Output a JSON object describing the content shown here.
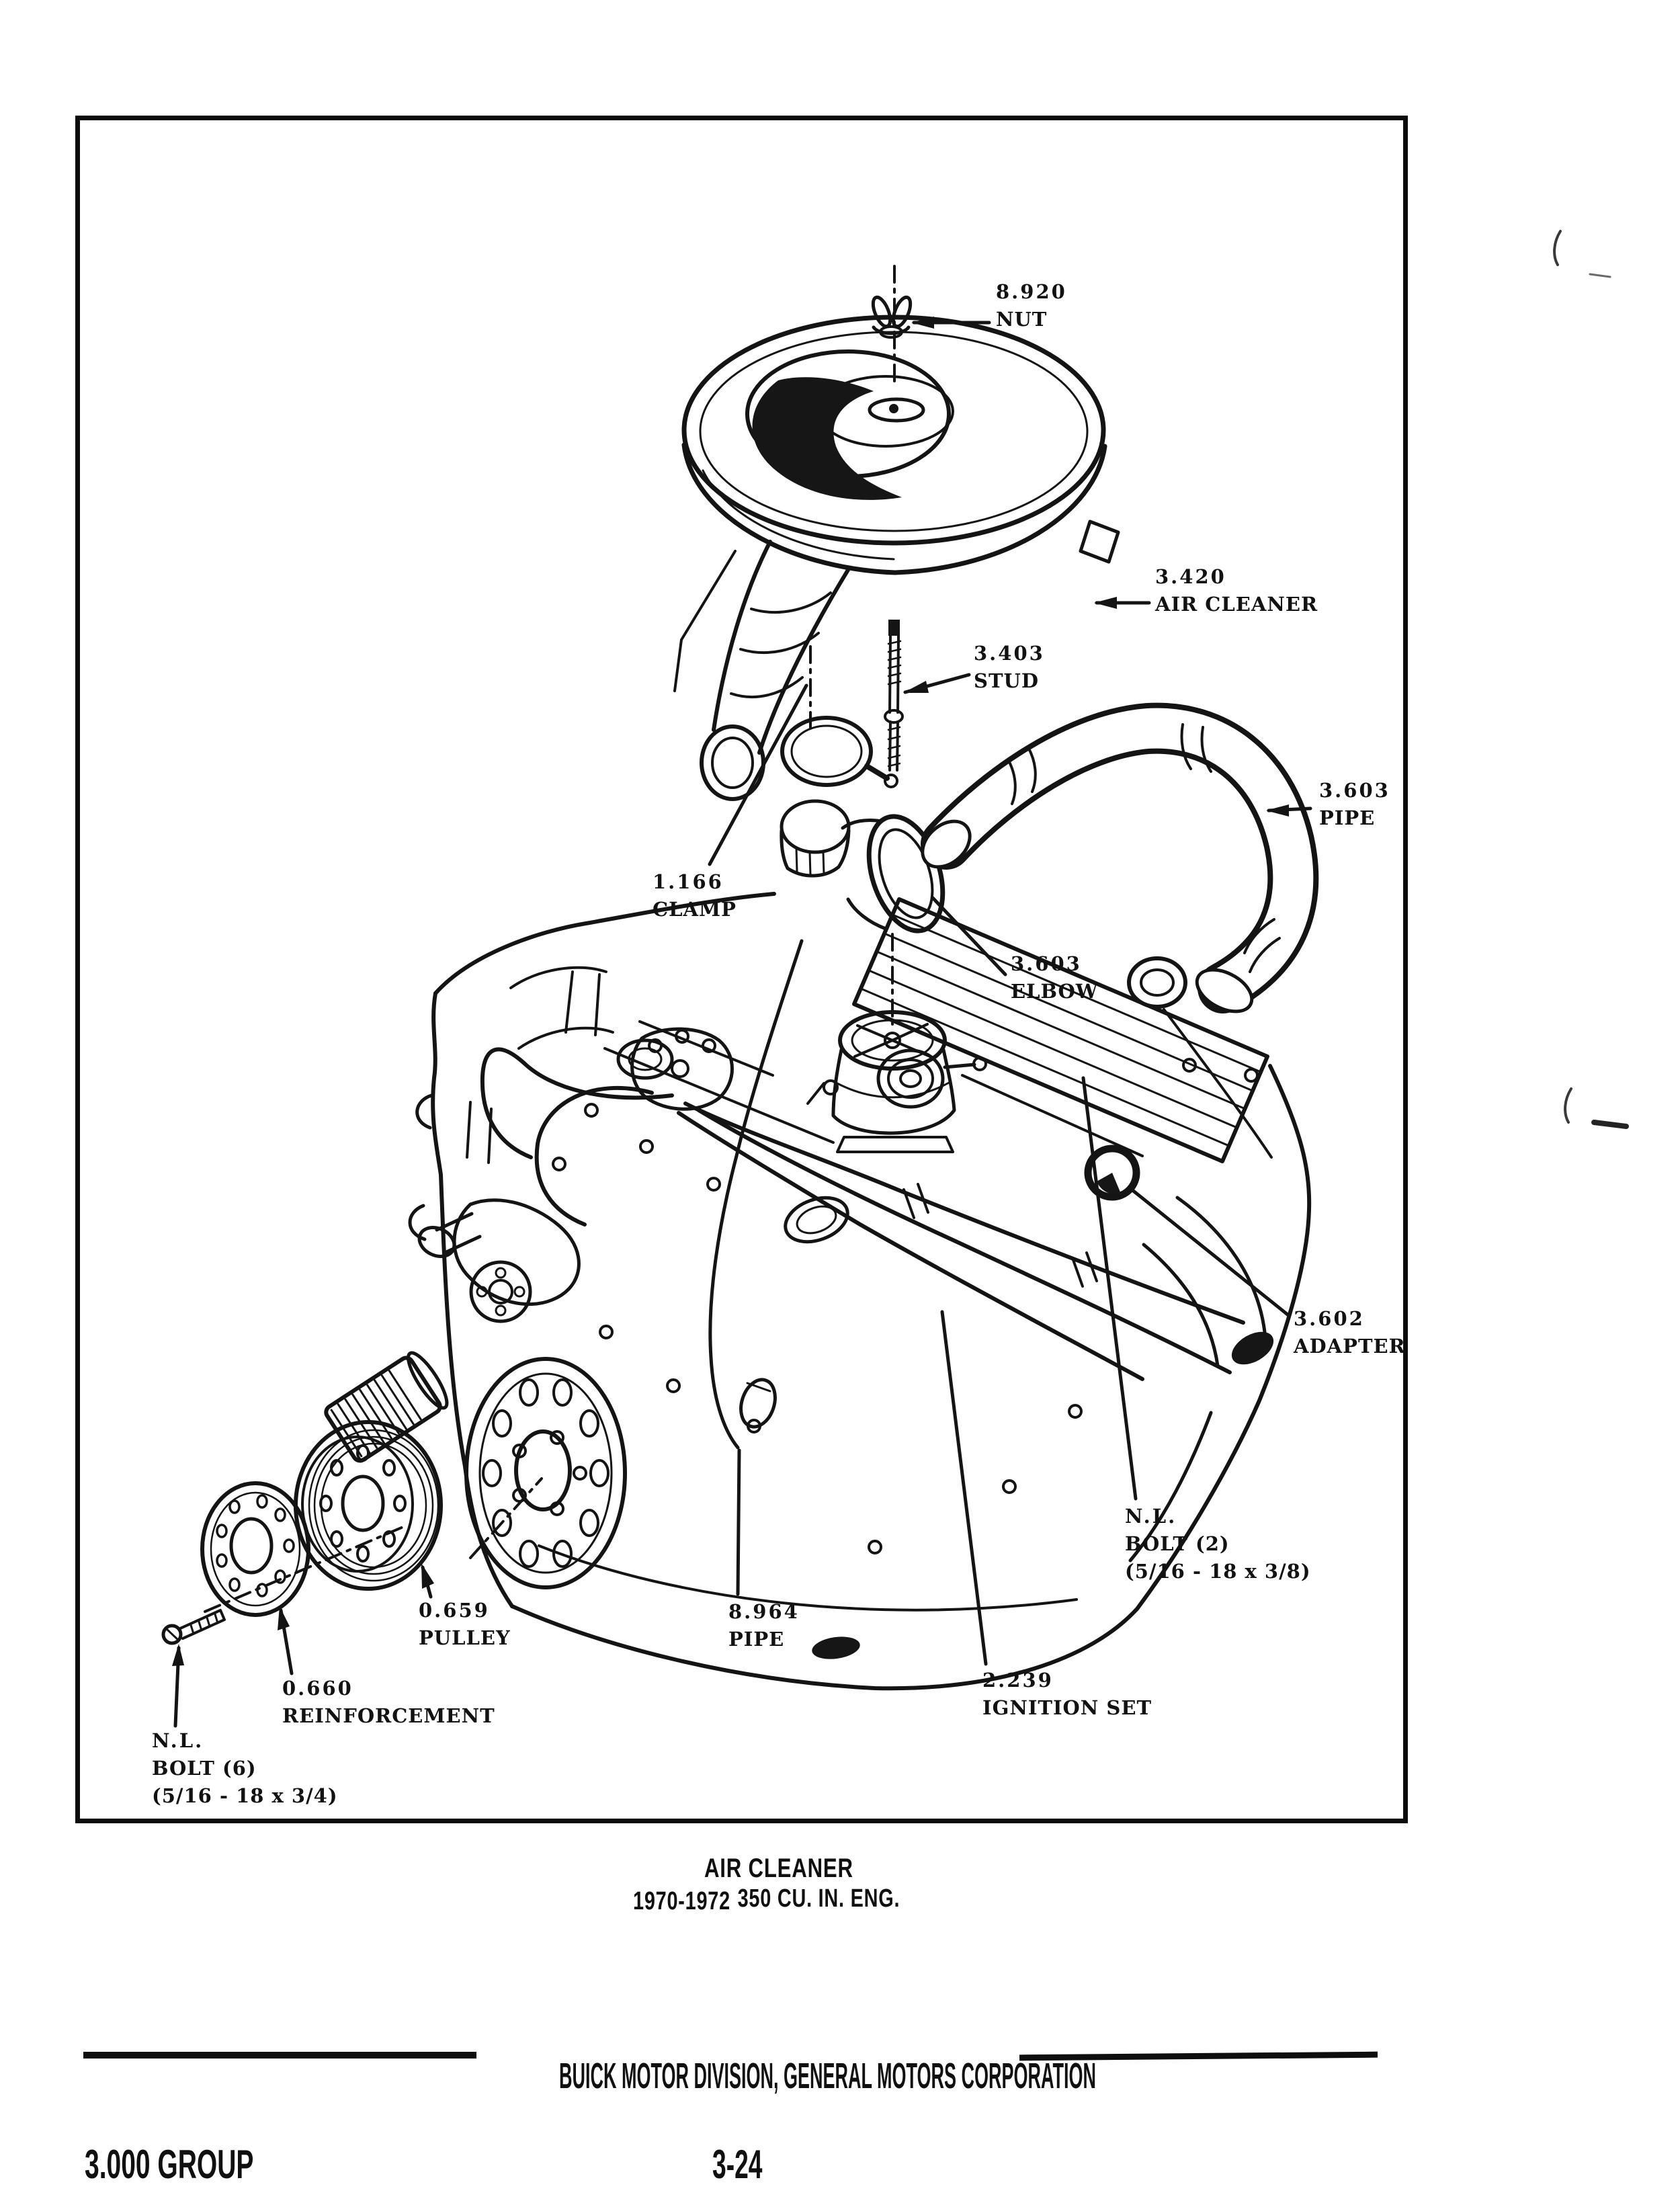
{
  "doc": {
    "caption": {
      "line1": "AIR CLEANER",
      "years": "1970-1972",
      "engine": "350 CU. IN. ENG."
    },
    "footer": {
      "company": "BUICK MOTOR DIVISION, GENERAL MOTORS CORPORATION",
      "group": "3.000 GROUP",
      "page": "3-24"
    }
  },
  "labels": {
    "nut": {
      "code": "8.920",
      "name": "NUT"
    },
    "air_cleaner": {
      "code": "3.420",
      "name": "AIR CLEANER"
    },
    "stud": {
      "code": "3.403",
      "name": "STUD"
    },
    "clamp": {
      "code": "1.166",
      "name": "CLAMP"
    },
    "elbow": {
      "code": "3.603",
      "name": "ELBOW"
    },
    "pipe_hose": {
      "code": "3.603",
      "name": "PIPE"
    },
    "adapter": {
      "code": "3.602",
      "name": "ADAPTER"
    },
    "bolt2": {
      "code": "N.L.",
      "name": "BOLT (2)",
      "spec": "(5/16 - 18 x 3/8)"
    },
    "pipe_fuel": {
      "code": "8.964",
      "name": "PIPE"
    },
    "ignition": {
      "code": "2.239",
      "name": "IGNITION SET"
    },
    "pulley": {
      "code": "0.659",
      "name": "PULLEY"
    },
    "reinforcement": {
      "code": "0.660",
      "name": "REINFORCEMENT"
    },
    "bolt6": {
      "code": "N.L.",
      "name": "BOLT (6)",
      "spec": "(5/16 - 18 x 3/4)"
    }
  }
}
